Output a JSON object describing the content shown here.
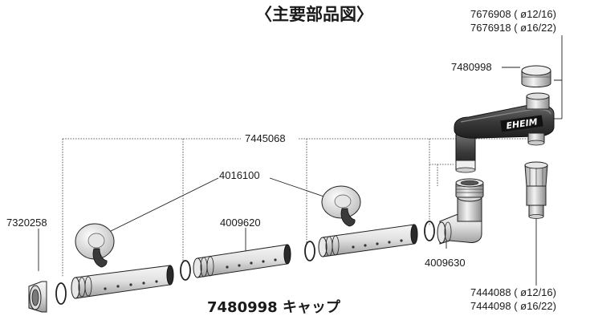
{
  "title": "〈主要部品図〉",
  "parts": {
    "suction_pipe_1216": "7676908 ( ø12/16)",
    "suction_pipe_1622": "7676918 ( ø16/22)",
    "cap": "7480998",
    "o_ring": "7445068",
    "suction_cup": "4016100",
    "end_cap": "7320258",
    "spray_bar": "4009620",
    "elbow": "4009630",
    "connector_1216": "7444088 ( ø12/16)",
    "connector_1622": "7444098 ( ø16/22)"
  },
  "brand_label": "EHEIM",
  "caption": "7480998 キャップ"
}
